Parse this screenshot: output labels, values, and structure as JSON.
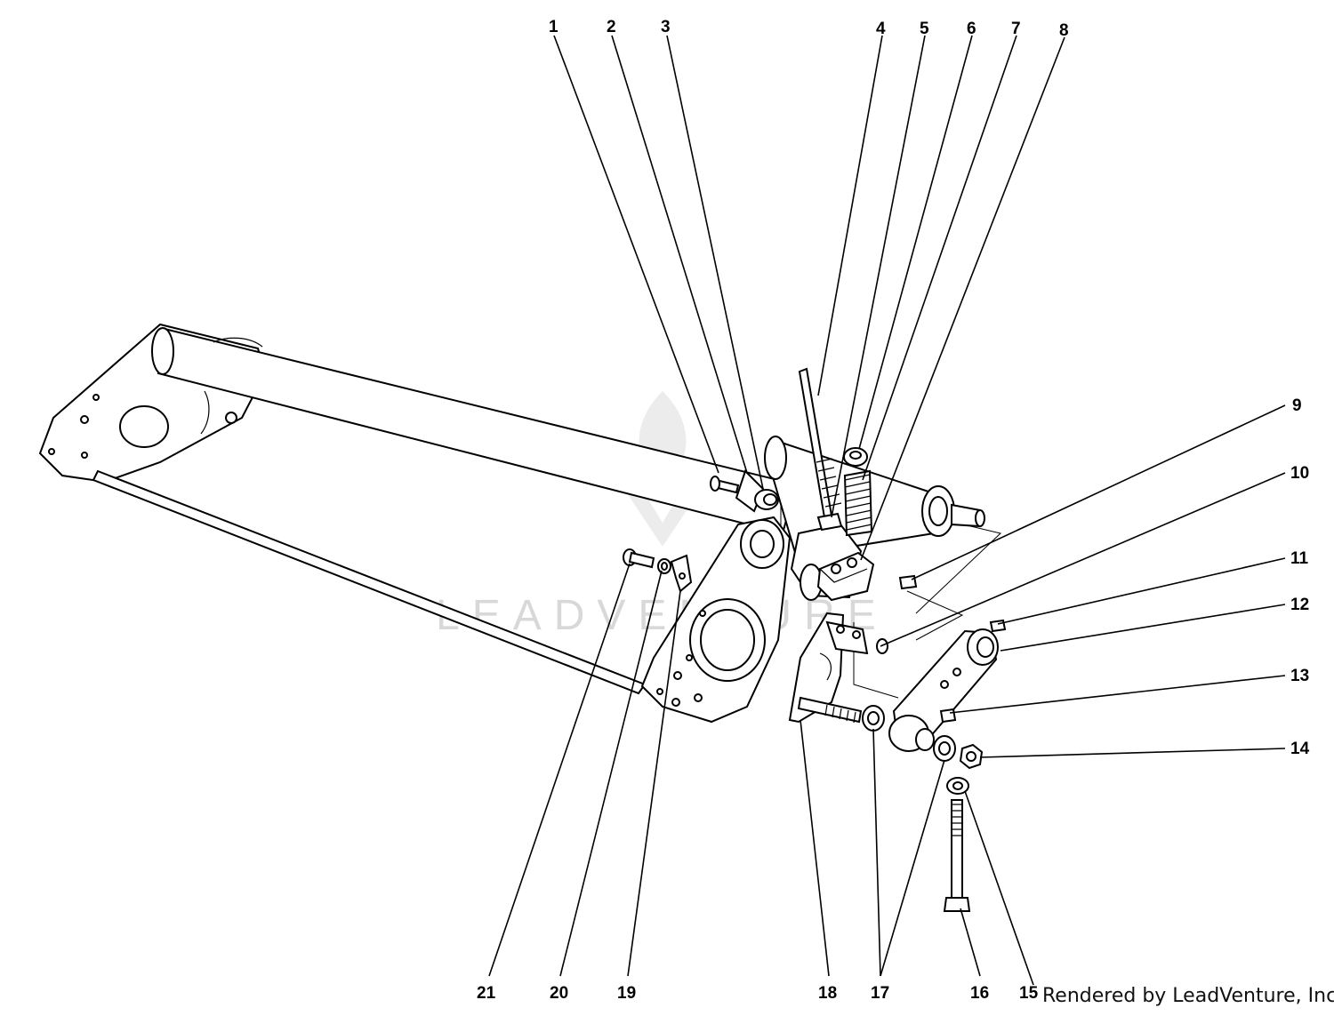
{
  "diagram": {
    "callouts": [
      "1",
      "2",
      "3",
      "4",
      "5",
      "6",
      "7",
      "8",
      "9",
      "10",
      "11",
      "12",
      "13",
      "14",
      "15",
      "16",
      "17",
      "18",
      "19",
      "20",
      "21"
    ],
    "watermark": "LEADVENTURE",
    "credit": "Rendered by LeadVenture, Inc."
  }
}
